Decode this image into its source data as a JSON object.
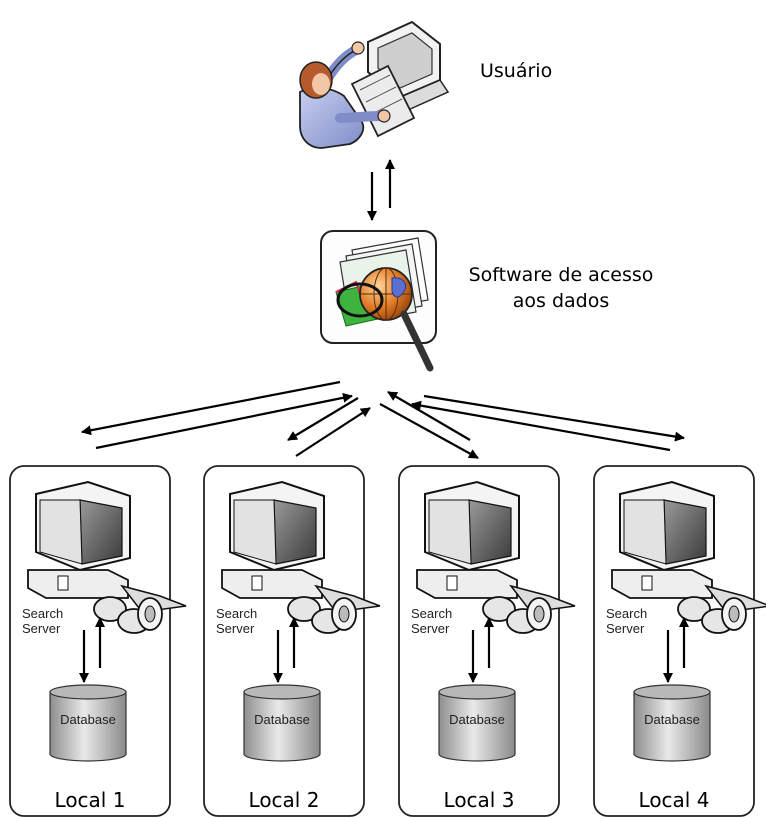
{
  "user": {
    "label": "Usuário"
  },
  "software": {
    "label_line1": "Software de acesso",
    "label_line2": "aos dados"
  },
  "sites": [
    {
      "local": "Local 1",
      "server_line1": "Search",
      "server_line2": "Server",
      "database": "Database"
    },
    {
      "local": "Local 2",
      "server_line1": "Search",
      "server_line2": "Server",
      "database": "Database"
    },
    {
      "local": "Local 3",
      "server_line1": "Search",
      "server_line2": "Server",
      "database": "Database"
    },
    {
      "local": "Local 4",
      "server_line1": "Search",
      "server_line2": "Server",
      "database": "Database"
    }
  ]
}
